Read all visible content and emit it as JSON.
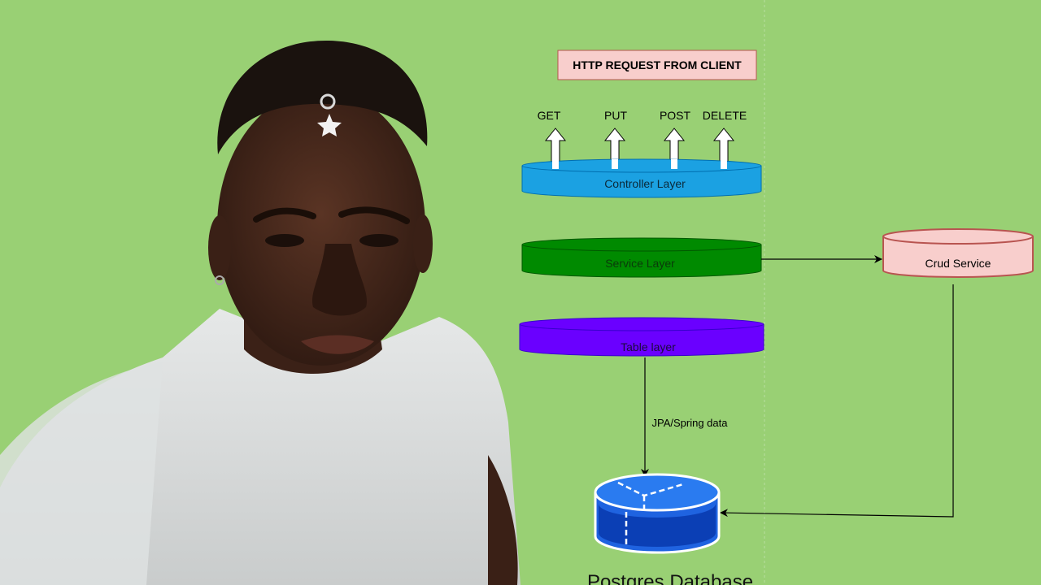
{
  "colors": {
    "background": "#99d074",
    "controller": "#1ba1e2",
    "service": "#008a00",
    "table": "#6a00ff",
    "crud": "#f8cecc",
    "crud_border": "#b85450",
    "database": "#0050ef",
    "header_box": "#f8cecc"
  },
  "diagram": {
    "header": "HTTP REQUEST FROM CLIENT",
    "methods": [
      "GET",
      "PUT",
      "POST",
      "DELETE"
    ],
    "controller_layer": "Controller Layer",
    "service_layer": "Service Layer",
    "table_layer": "Table layer",
    "crud_service": "Crud Service",
    "edge_label": "JPA/Spring data",
    "database": "Postgres Database"
  },
  "person": {
    "description_icon": "person-photo",
    "shirt_color": "#d9dcdc",
    "skin_color": "#4a2a1c"
  }
}
